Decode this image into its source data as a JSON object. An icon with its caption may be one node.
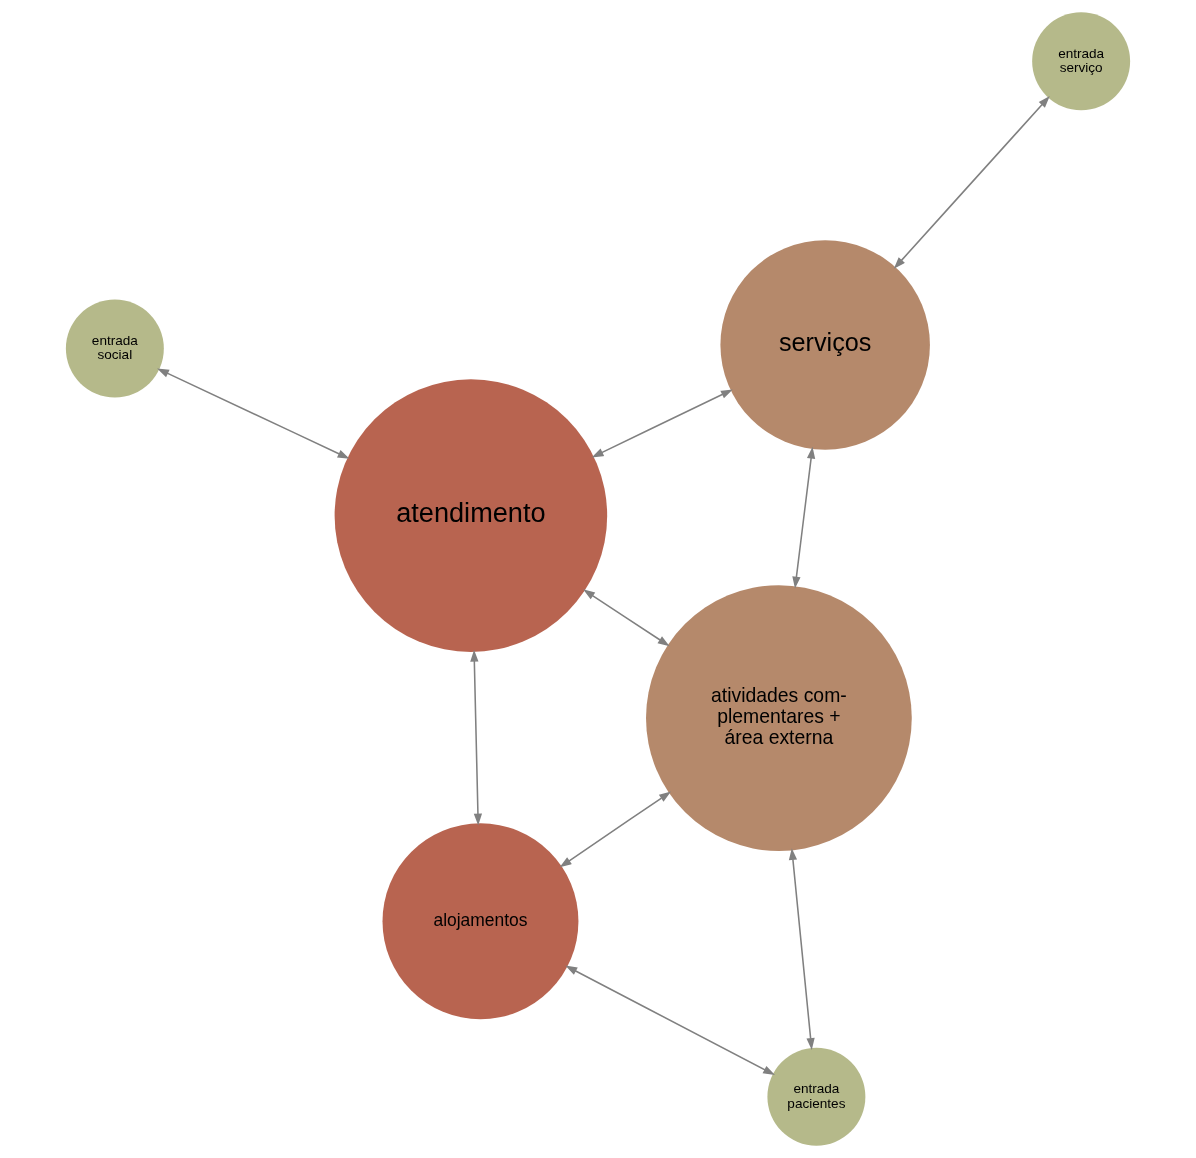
{
  "diagram": {
    "nodes": [
      {
        "text": [
          "entrada social"
        ]
      },
      {
        "text": [
          "atendimento"
        ]
      },
      {
        "text": [
          "serviços"
        ]
      },
      {
        "text": [
          "entrada serviço"
        ]
      },
      {
        "text": [
          "alojamentos"
        ]
      },
      {
        "text": [
          "atividades com- plementares + área externa"
        ]
      },
      {
        "text": [
          "entrada pacientes"
        ]
      }
    ],
    "edges": [
      {
        "from": 0,
        "to": 1,
        "arrow": "both"
      },
      {
        "from": 2,
        "to": 1,
        "arrow": "both"
      },
      {
        "from": 5,
        "to": 1,
        "arrow": "both"
      },
      {
        "from": 1,
        "to": 4,
        "arrow": "both"
      },
      {
        "from": 3,
        "to": 2,
        "arrow": "both"
      },
      {
        "from": 2,
        "to": 5,
        "arrow": "both"
      },
      {
        "from": 5,
        "to": 4,
        "arrow": "both"
      },
      {
        "from": 4,
        "to": 6,
        "arrow": "both"
      },
      {
        "from": 5,
        "to": 6,
        "arrow": "both"
      }
    ]
  }
}
